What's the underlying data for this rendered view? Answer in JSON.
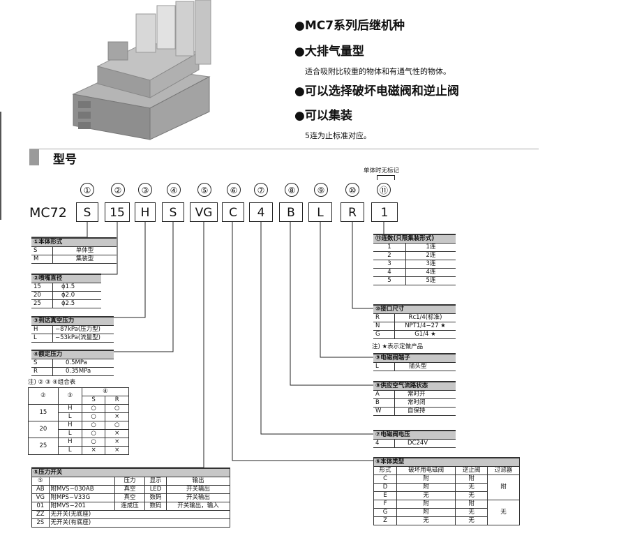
{
  "features": [
    {
      "title": "●MC7系列后继机种"
    },
    {
      "title": "●大排气量型",
      "desc": "适合吸附比较重的物体和有通气性的物体。"
    },
    {
      "title": "●可以选择破坏电磁阀和逆止阀"
    },
    {
      "title": "●可以集装",
      "desc": "5连为止标准对应。"
    }
  ],
  "section_title": "型号",
  "model": {
    "prefix": "MC72",
    "note_top": "单体时无标记",
    "numbers": [
      "①",
      "②",
      "③",
      "④",
      "⑤",
      "⑥",
      "⑦",
      "⑧",
      "⑨",
      "⑩",
      "⑪"
    ],
    "codes": [
      "S",
      "15",
      "H",
      "S",
      "VG",
      "C",
      "4",
      "B",
      "L",
      "R",
      "1"
    ]
  },
  "t1": {
    "title": "①本体形式",
    "rows": [
      [
        "S",
        "单体型"
      ],
      [
        "M",
        "集装型"
      ]
    ]
  },
  "t2": {
    "title": "②喷嘴直径",
    "rows": [
      [
        "15",
        "ϕ1.5"
      ],
      [
        "20",
        "ϕ2.0"
      ],
      [
        "25",
        "ϕ2.5"
      ]
    ]
  },
  "t3": {
    "title": "③到达真空压力",
    "rows": [
      [
        "H",
        "−87kPa(压力型)"
      ],
      [
        "L",
        "−53kPa(流量型)"
      ]
    ]
  },
  "t4": {
    "title": "④额定压力",
    "rows": [
      [
        "S",
        "0.5MPa"
      ],
      [
        "R",
        "0.35MPa"
      ]
    ]
  },
  "combo": {
    "note": "注) ② ③ ④组合表",
    "h1": "②",
    "h2": "③",
    "h3": "④",
    "s": "S",
    "r": "R",
    "rows": [
      [
        "15",
        "H",
        "○",
        "○"
      ],
      [
        "",
        "L",
        "○",
        "×"
      ],
      [
        "20",
        "H",
        "○",
        "○"
      ],
      [
        "",
        "L",
        "○",
        "×"
      ],
      [
        "25",
        "H",
        "○",
        "×"
      ],
      [
        "",
        "L",
        "×",
        "×"
      ]
    ]
  },
  "t5": {
    "title": "⑤压力开关",
    "headers": [
      "⑤",
      "",
      "压力",
      "显示",
      "输出"
    ],
    "rows": [
      [
        "AB",
        "附MVS−030AB",
        "真空",
        "LED",
        "开关输出"
      ],
      [
        "VG",
        "附MPS−V33G",
        "真空",
        "数码",
        "开关输出"
      ],
      [
        "01",
        "附MVS−201",
        "连成压",
        "数码",
        "开关输出，输入"
      ],
      [
        "ZZ",
        "无开关(无底座)",
        "",
        "",
        ""
      ],
      [
        "2S",
        "无开关(有底座)",
        "",
        "",
        ""
      ]
    ]
  },
  "t11": {
    "title": "⑪连数(只限集装形式)",
    "rows": [
      [
        "1",
        "1连"
      ],
      [
        "2",
        "2连"
      ],
      [
        "3",
        "3连"
      ],
      [
        "4",
        "4连"
      ],
      [
        "5",
        "5连"
      ]
    ]
  },
  "t10": {
    "title": "⑩接口尺寸",
    "rows": [
      [
        "R",
        "Rc1/4(标准)"
      ],
      [
        "N",
        "NPT1/4−27 ★"
      ],
      [
        "G",
        "G1/4 ★"
      ]
    ],
    "note": "注) ★表示定做产品"
  },
  "t9": {
    "title": "⑨电磁阀端子",
    "rows": [
      [
        "L",
        "插头型"
      ]
    ]
  },
  "t8": {
    "title": "⑧供应空气流路状态",
    "rows": [
      [
        "A",
        "常时开"
      ],
      [
        "B",
        "常时闭"
      ],
      [
        "W",
        "自保持"
      ]
    ]
  },
  "t7": {
    "title": "⑦电磁阀电压",
    "rows": [
      [
        "4",
        "DC24V"
      ]
    ]
  },
  "t6": {
    "title": "⑥本体类型",
    "headers": [
      "形式",
      "破坏用电磁阀",
      "逆止阀",
      "过滤器"
    ],
    "rows": [
      [
        "C",
        "附",
        "附"
      ],
      [
        "D",
        "附",
        "无"
      ],
      [
        "E",
        "无",
        "无"
      ],
      [
        "F",
        "附",
        "附"
      ],
      [
        "G",
        "附",
        "无"
      ],
      [
        "Z",
        "无",
        "无"
      ]
    ],
    "filter": [
      "附",
      "无"
    ]
  },
  "colors": {
    "bar": "#9a9a9a",
    "header_bg": "#c7c7c7"
  }
}
